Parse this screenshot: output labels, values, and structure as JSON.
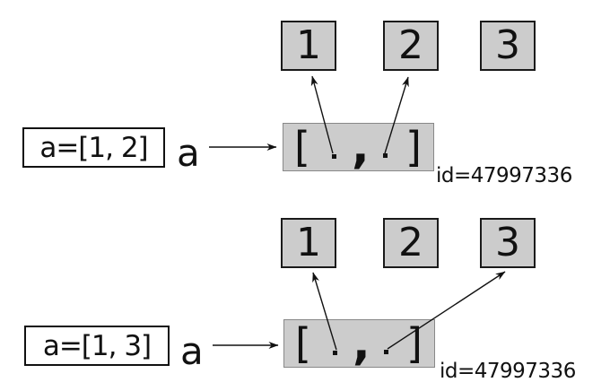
{
  "diagram_title": "python-list-identity-diagram",
  "colors": {
    "background": "#ffffff",
    "object_box_fill": "#cccccc",
    "object_box_border": "#1a1a1a",
    "list_box_border": "#888888",
    "code_box_fill": "#ffffff",
    "line_and_text": "#111111"
  },
  "panels": [
    {
      "code_label": "a=[1, 2]",
      "var_name": "a",
      "int_boxes": [
        {
          "value": "1"
        },
        {
          "value": "2"
        },
        {
          "value": "3"
        }
      ],
      "list": {
        "open": "[",
        "comma": ",",
        "close": "]"
      },
      "id_label": "id=47997336",
      "references": [
        {
          "cell": 0,
          "points_to": "1"
        },
        {
          "cell": 1,
          "points_to": "2"
        }
      ]
    },
    {
      "code_label": "a=[1, 3]",
      "var_name": "a",
      "int_boxes": [
        {
          "value": "1"
        },
        {
          "value": "2"
        },
        {
          "value": "3"
        }
      ],
      "list": {
        "open": "[",
        "comma": ",",
        "close": "]"
      },
      "id_label": "id=47997336",
      "references": [
        {
          "cell": 0,
          "points_to": "1"
        },
        {
          "cell": 1,
          "points_to": "3"
        }
      ]
    }
  ]
}
